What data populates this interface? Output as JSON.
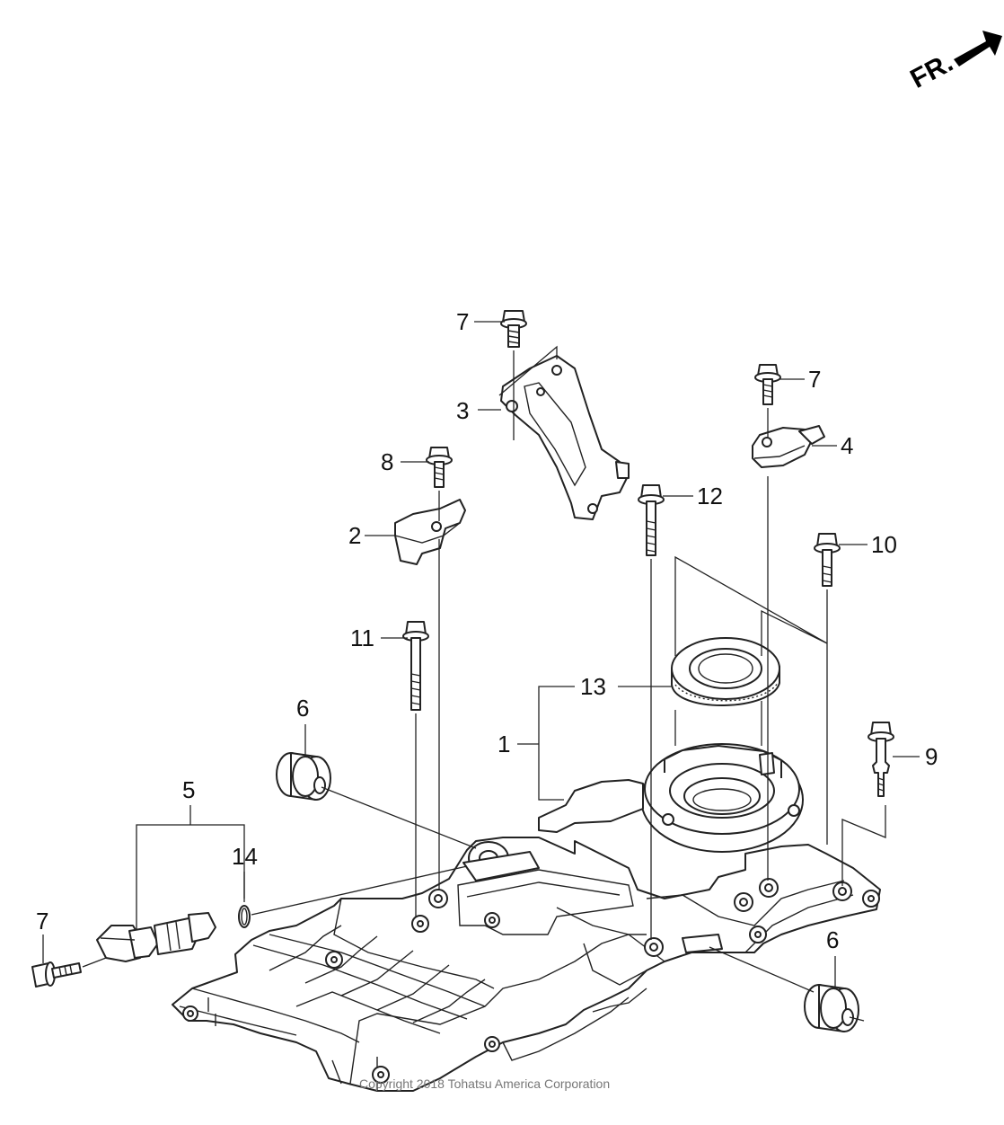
{
  "orientation": {
    "label": "FR."
  },
  "callouts": [
    "1",
    "2",
    "3",
    "4",
    "5",
    "6",
    "6",
    "7",
    "7",
    "7",
    "8",
    "9",
    "10",
    "11",
    "12",
    "13",
    "14"
  ],
  "copyright": "Copyright 2018 Tohatsu America Corporation",
  "icons": {
    "front_direction": "arrow-icon",
    "parts": [
      "oil-pan",
      "bracket",
      "oil-seal",
      "bolt",
      "grommet",
      "sensor",
      "o-ring"
    ]
  }
}
